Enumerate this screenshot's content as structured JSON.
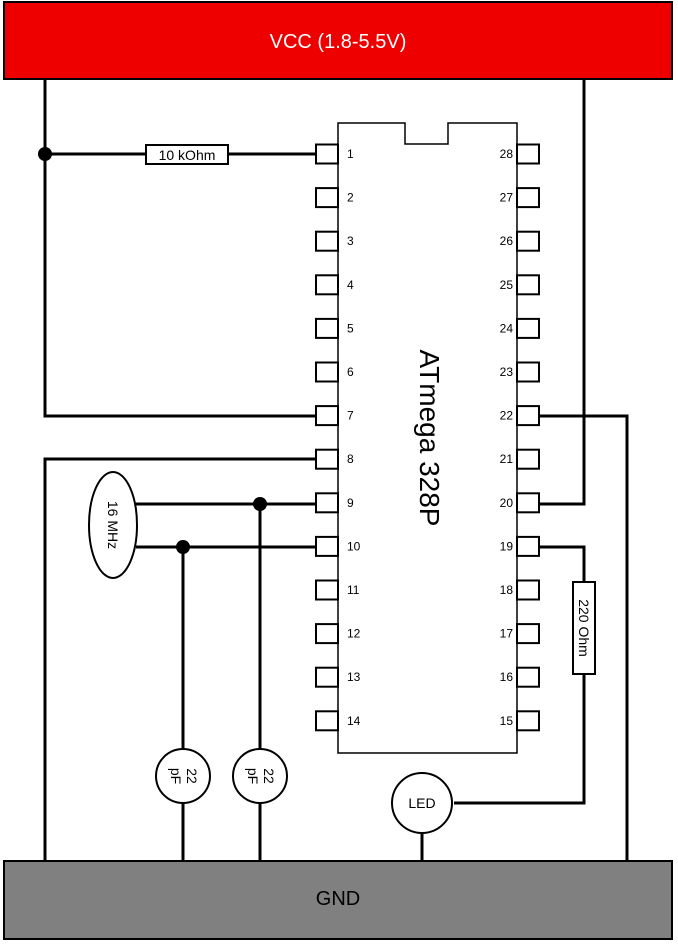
{
  "vcc": {
    "label": "VCC (1.8-5.5V)",
    "color": "#ee0000"
  },
  "gnd": {
    "label": "GND",
    "color": "#808080"
  },
  "chip": {
    "label": "ATmega 328P"
  },
  "pins": {
    "left": [
      "1",
      "2",
      "3",
      "4",
      "5",
      "6",
      "7",
      "8",
      "9",
      "10",
      "11",
      "12",
      "13",
      "14"
    ],
    "right": [
      "28",
      "27",
      "26",
      "25",
      "24",
      "23",
      "22",
      "21",
      "20",
      "19",
      "18",
      "17",
      "16",
      "15"
    ]
  },
  "components": {
    "pullup_resistor": "10 kOhm",
    "led_resistor": "220 Ohm",
    "crystal": "16 MHz",
    "cap1_value": "22",
    "cap1_unit": "pF",
    "cap2_value": "22",
    "cap2_unit": "pF",
    "led": "LED"
  }
}
